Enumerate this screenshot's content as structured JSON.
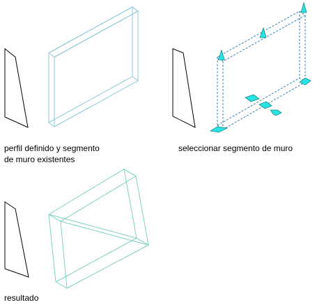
{
  "captions": {
    "existing_line1": "perfil definido y segmento",
    "existing_line2": "de muro existentes",
    "select": "seleccionar segmento de muro",
    "result": "resultado"
  },
  "colors": {
    "background": "#ffffff",
    "profile_stroke": "#000000",
    "wall_stroke": "#8fc8d8",
    "selected_wall_stroke": "#3a86b8",
    "result_wall_stroke": "#7fd0c0",
    "grip_fill": "#27e3e3",
    "grip_dark": "#1a8c8c",
    "caption_text": "#000000"
  },
  "icons": {
    "grip": "triangle-grip-icon",
    "arrow_grip": "direction-arrow-grip-icon"
  }
}
